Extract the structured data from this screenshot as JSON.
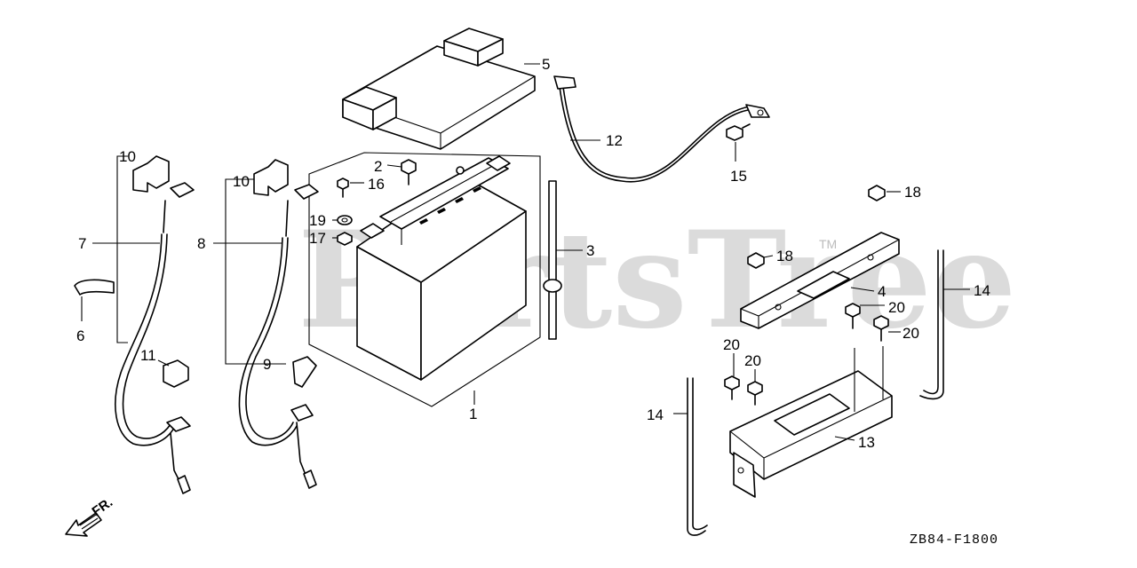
{
  "watermark": {
    "text": "PartsTree",
    "trademark": "TM"
  },
  "diagram_code": "ZB84-F1800",
  "direction_label": "FR.",
  "callouts": [
    {
      "id": "c1",
      "label": "1"
    },
    {
      "id": "c2",
      "label": "2"
    },
    {
      "id": "c3",
      "label": "3"
    },
    {
      "id": "c4",
      "label": "4"
    },
    {
      "id": "c5",
      "label": "5"
    },
    {
      "id": "c6",
      "label": "6"
    },
    {
      "id": "c7",
      "label": "7"
    },
    {
      "id": "c8",
      "label": "8"
    },
    {
      "id": "c9",
      "label": "9"
    },
    {
      "id": "c10a",
      "label": "10"
    },
    {
      "id": "c10b",
      "label": "10"
    },
    {
      "id": "c11",
      "label": "11"
    },
    {
      "id": "c12",
      "label": "12"
    },
    {
      "id": "c13",
      "label": "13"
    },
    {
      "id": "c14a",
      "label": "14"
    },
    {
      "id": "c14b",
      "label": "14"
    },
    {
      "id": "c15",
      "label": "15"
    },
    {
      "id": "c16",
      "label": "16"
    },
    {
      "id": "c17",
      "label": "17"
    },
    {
      "id": "c18a",
      "label": "18"
    },
    {
      "id": "c18b",
      "label": "18"
    },
    {
      "id": "c19",
      "label": "19"
    },
    {
      "id": "c20a",
      "label": "20"
    },
    {
      "id": "c20b",
      "label": "20"
    },
    {
      "id": "c20c",
      "label": "20"
    },
    {
      "id": "c20d",
      "label": "20"
    }
  ]
}
